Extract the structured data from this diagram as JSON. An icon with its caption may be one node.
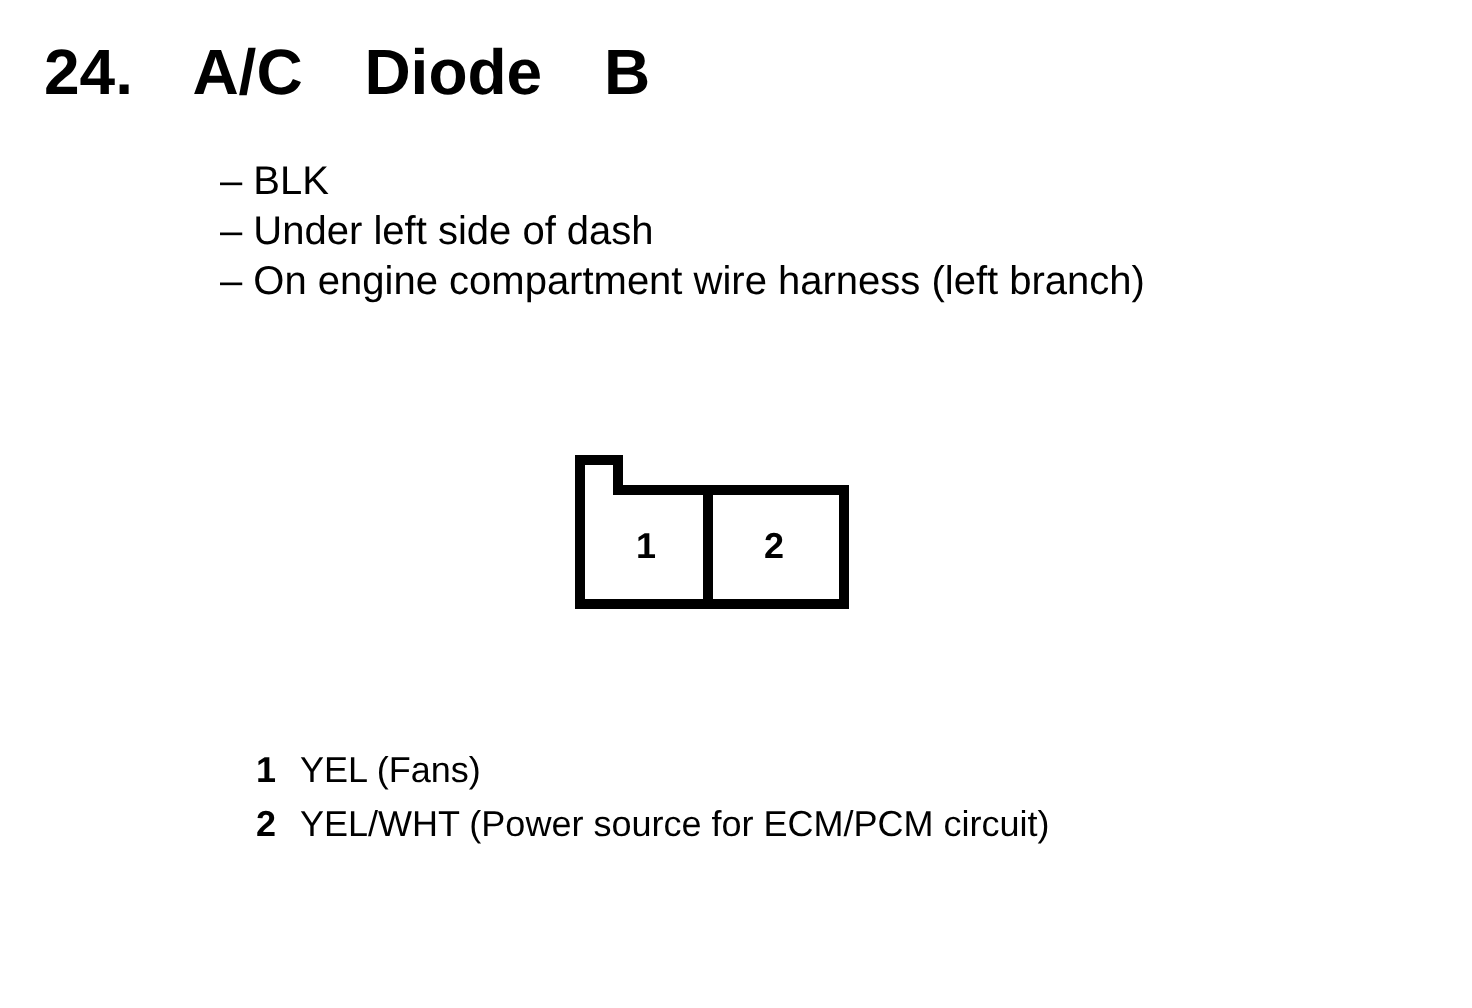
{
  "diagram": {
    "title": "24. A/C Diode B",
    "nodes": [
      {
        "text": [],
        "shape": "box"
      },
      {
        "text": [
          "1"
        ],
        "in": 0
      },
      {
        "text": [
          "2"
        ],
        "in": 0
      }
    ],
    "labels": [
      "– BLK",
      "– Under left side of dash",
      "– On engine compartment wire harness (left branch)",
      "1",
      "YEL (Fans)",
      "2",
      "YEL/WHT (Power source for ECM/PCM circuit)"
    ]
  }
}
